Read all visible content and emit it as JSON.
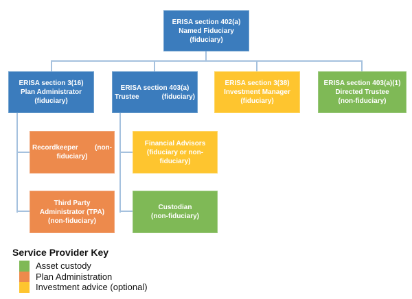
{
  "palette": {
    "blue": {
      "fill": "#3B7CBD",
      "border": "#6FA0CE"
    },
    "orange": {
      "fill": "#ED8A4C",
      "border": "#F0A376"
    },
    "yellow": {
      "fill": "#FEC52F",
      "border": "#FED768"
    },
    "green": {
      "fill": "#7FB956",
      "border": "#9CC97E"
    },
    "connector": "#A5C1DE"
  },
  "diagram": {
    "nodes": [
      {
        "id": "named-fiduciary",
        "color": "blue",
        "lines": [
          "ERISA section 402(a)",
          "Named Fiduciary",
          "(fiduciary)"
        ]
      },
      {
        "id": "plan-administrator",
        "color": "blue",
        "lines": [
          "ERISA section 3(16)",
          "Plan Administrator",
          "(fiduciary)"
        ]
      },
      {
        "id": "trustee",
        "color": "blue",
        "lines": [
          "ERISA section 403(a)",
          [
            "Trustee",
            "(fiduciary)"
          ]
        ]
      },
      {
        "id": "investment-manager",
        "color": "yellow",
        "lines": [
          "ERISA section 3(38)",
          "Investment Manager",
          "(fiduciary)"
        ]
      },
      {
        "id": "directed-trustee",
        "color": "green",
        "lines": [
          "ERISA section 403(a)(1)",
          "Directed Trustee",
          "(non-fiduciary)"
        ]
      },
      {
        "id": "recordkeeper",
        "color": "orange",
        "lines": [
          [
            "Recordkeeper",
            "(non-"
          ],
          "fiduciary)"
        ]
      },
      {
        "id": "financial-advisors",
        "color": "yellow",
        "lines": [
          "Financial Advisors",
          "(fiduciary or non-",
          "fiduciary)"
        ]
      },
      {
        "id": "tpa",
        "color": "orange",
        "lines": [
          "Third Party",
          "Administrator (TPA)",
          "(non-fiduciary)"
        ]
      },
      {
        "id": "custodian",
        "color": "green",
        "lines": [
          "Custodian",
          "(non-fiduciary)"
        ]
      }
    ],
    "edges": [
      {
        "from": "named-fiduciary",
        "to": "plan-administrator"
      },
      {
        "from": "named-fiduciary",
        "to": "trustee"
      },
      {
        "from": "named-fiduciary",
        "to": "investment-manager"
      },
      {
        "from": "named-fiduciary",
        "to": "directed-trustee"
      },
      {
        "from": "plan-administrator",
        "to": "recordkeeper"
      },
      {
        "from": "plan-administrator",
        "to": "tpa"
      },
      {
        "from": "trustee",
        "to": "financial-advisors"
      },
      {
        "from": "trustee",
        "to": "custodian"
      }
    ]
  },
  "legend": {
    "title": "Service Provider Key",
    "items": [
      {
        "label": "Asset custody",
        "color": "green",
        "icon": "swatch-green"
      },
      {
        "label": "Plan Administration",
        "color": "orange",
        "icon": "swatch-orange"
      },
      {
        "label": "Investment advice (optional)",
        "color": "yellow",
        "icon": "swatch-yellow"
      }
    ]
  }
}
